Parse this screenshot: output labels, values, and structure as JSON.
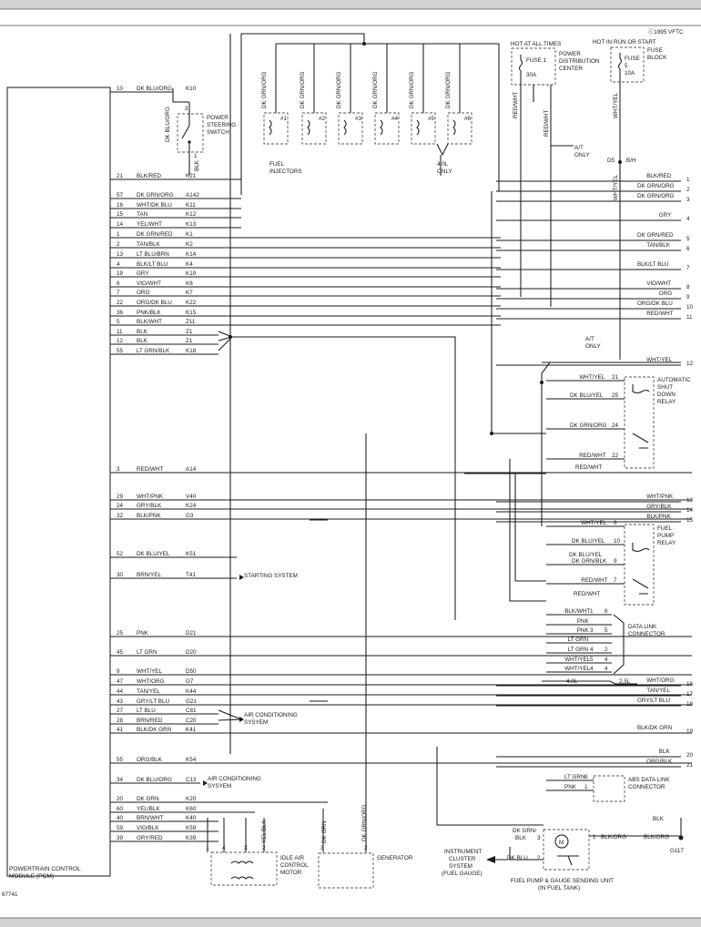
{
  "copyright": "ⓒ1995 VFTC",
  "figure_id": "67741",
  "pcm": {
    "title_line1": "POWERTRAIN CONTROL",
    "title_line2": "MODULE (PCM)"
  },
  "hot_at_all_times": "HOT AT ALL TIMES",
  "hot_in_run": "HOT IN RUN OR START",
  "pdc": {
    "lines": [
      "POWER",
      "DISTRIBUTION",
      "CENTER"
    ],
    "fuse_name": "FUSE 1",
    "fuse_amp": "30A"
  },
  "fuse_block": {
    "lines": [
      "FUSE",
      "BLOCK"
    ],
    "fuse_name": "FUSE",
    "fuse_num": "5",
    "fuse_amp": "10A"
  },
  "ps_switch": {
    "lines": [
      "POWER",
      "STEERING",
      "SWITCH"
    ],
    "pin3": "3",
    "pin1": "1",
    "wire_left": "DK BLU/ORG",
    "wire_bottom": "BLK"
  },
  "injectors": {
    "numbers": [
      "#1",
      "#2",
      "#3",
      "#4",
      "#5",
      "#6"
    ],
    "wires": [
      "DK GRN/ORG",
      "DK GRN/ORG",
      "DK GRN/ORG",
      "DK GRN/ORG",
      "DK GRN/ORG",
      "DK GRN/ORG"
    ],
    "label": [
      "FUEL",
      "INJECTORS"
    ],
    "note": [
      "4.0L",
      "ONLY"
    ]
  },
  "vertical_wires": {
    "red_wht_1": "RED/WHT",
    "red_wht_2": "RED/WHT",
    "wht_yel": "WHT/YEL",
    "wht_yel_2": "WHT/YEL"
  },
  "at_only_1": [
    "A/T",
    "ONLY"
  ],
  "at_only_2": [
    "A/T",
    "ONLY"
  ],
  "splice": "D5",
  "splice_tag": "B/H",
  "pcm_pins": [
    {
      "pin": "10",
      "wire": "DK BLU/ORG",
      "circuit": "K10"
    },
    {
      "pin": "21",
      "wire": "BLK/RED",
      "circuit": "K21"
    },
    {
      "pin": "57",
      "wire": "DK GRN/ORG",
      "circuit": "A142"
    },
    {
      "pin": "16",
      "wire": "WHT/DK BLU",
      "circuit": "K11"
    },
    {
      "pin": "15",
      "wire": "TAN",
      "circuit": "K12"
    },
    {
      "pin": "14",
      "wire": "YEL/WHT",
      "circuit": "K13"
    },
    {
      "pin": "1",
      "wire": "DK GRN/RED",
      "circuit": "K1"
    },
    {
      "pin": "2",
      "wire": "TAN/BLK",
      "circuit": "K2"
    },
    {
      "pin": "13",
      "wire": "LT BLU/BRN",
      "circuit": "K14"
    },
    {
      "pin": "4",
      "wire": "BLK/LT BLU",
      "circuit": "K4"
    },
    {
      "pin": "19",
      "wire": "GRY",
      "circuit": "K19"
    },
    {
      "pin": "6",
      "wire": "VIO/WHT",
      "circuit": "K6"
    },
    {
      "pin": "7",
      "wire": "ORG",
      "circuit": "K7"
    },
    {
      "pin": "22",
      "wire": "ORG/DK BLU",
      "circuit": "K22"
    },
    {
      "pin": "36",
      "wire": "PNK/BLK",
      "circuit": "K15"
    },
    {
      "pin": "5",
      "wire": "BLK/WHT",
      "circuit": "Z11"
    },
    {
      "pin": "11",
      "wire": "BLK",
      "circuit": "Z1"
    },
    {
      "pin": "12",
      "wire": "BLK",
      "circuit": "Z1"
    },
    {
      "pin": "55",
      "wire": "LT GRN/BLK",
      "circuit": "K18"
    },
    {
      "pin": "3",
      "wire": "RED/WHT",
      "circuit": "A14"
    },
    {
      "pin": "29",
      "wire": "WHT/PNK",
      "circuit": "V40"
    },
    {
      "pin": "24",
      "wire": "GRY/BLK",
      "circuit": "K24"
    },
    {
      "pin": "32",
      "wire": "BLK/PNK",
      "circuit": "G3"
    },
    {
      "pin": "52",
      "wire": "DK BLU/YEL",
      "circuit": "K51"
    },
    {
      "pin": "30",
      "wire": "BRN/YEL",
      "circuit": "T41"
    },
    {
      "pin": "25",
      "wire": "PNK",
      "circuit": "D21"
    },
    {
      "pin": "45",
      "wire": "LT GRN",
      "circuit": "D20"
    },
    {
      "pin": "9",
      "wire": "WHT/YEL",
      "circuit": "D50"
    },
    {
      "pin": "47",
      "wire": "WHT/ORG",
      "circuit": "G7"
    },
    {
      "pin": "44",
      "wire": "TAN/YEL",
      "circuit": "K44"
    },
    {
      "pin": "43",
      "wire": "GRY/LT BLU",
      "circuit": "G21"
    },
    {
      "pin": "27",
      "wire": "LT BLU",
      "circuit": "C81"
    },
    {
      "pin": "28",
      "wire": "BRN/RED",
      "circuit": "C20"
    },
    {
      "pin": "41",
      "wire": "BLK/DK GRN",
      "circuit": "K41"
    },
    {
      "pin": "55",
      "wire": "ORG/BLK",
      "circuit": "K54"
    },
    {
      "pin": "34",
      "wire": "DK BLU/ORG",
      "circuit": "C13"
    },
    {
      "pin": "20",
      "wire": "DK GRN",
      "circuit": "K20"
    },
    {
      "pin": "60",
      "wire": "YEL/BLK",
      "circuit": "K60"
    },
    {
      "pin": "40",
      "wire": "BRN/WHT",
      "circuit": "K40"
    },
    {
      "pin": "59",
      "wire": "VIO/BLK",
      "circuit": "K59"
    },
    {
      "pin": "39",
      "wire": "GRY/RED",
      "circuit": "K39"
    }
  ],
  "right_terms": [
    {
      "n": "1",
      "wire": "BLK/RED"
    },
    {
      "n": "2",
      "wire": "DK GRN/ORG"
    },
    {
      "n": "3",
      "wire": "DK GRN/ORG"
    },
    {
      "n": "4",
      "wire": "GRY"
    },
    {
      "n": "5",
      "wire": "DK GRN/RED"
    },
    {
      "n": "6",
      "wire": "TAN/BLK"
    },
    {
      "n": "7",
      "wire": "BLK/LT BLU"
    },
    {
      "n": "8",
      "wire": "VIO/WHT"
    },
    {
      "n": "9",
      "wire": "ORG"
    },
    {
      "n": "10",
      "wire": "ORG/DK BLU"
    },
    {
      "n": "11",
      "wire": "RED/WHT"
    },
    {
      "n": "12",
      "wire": "WHT/YEL"
    },
    {
      "n": "13",
      "wire": "WHT/PNK"
    },
    {
      "n": "14",
      "wire": "GRY/BLK"
    },
    {
      "n": "15",
      "wire": "BLK/PNK"
    },
    {
      "n": "16",
      "wire": "WHT/ORG"
    },
    {
      "n": "17",
      "wire": "TAN/YEL"
    },
    {
      "n": "18",
      "wire": "GRY/LT BLU"
    },
    {
      "n": "19",
      "wire": "BLK/DK GRN"
    },
    {
      "n": "20",
      "wire": "BLK"
    },
    {
      "n": "21",
      "wire": "ORG/BLK"
    }
  ],
  "asd_relay": {
    "lines": [
      "AUTOMATIC",
      "SHUT",
      "DOWN",
      "RELAY"
    ],
    "pins": [
      {
        "wire": "WHT/YEL",
        "pin": "21"
      },
      {
        "wire": "DK BLU/YEL",
        "pin": "25"
      },
      {
        "wire": "DK GRN/ORG",
        "pin": "24"
      },
      {
        "wire": "RED/WHT",
        "pin": "22"
      }
    ],
    "extra_wire": "RED/WHT"
  },
  "fuel_pump_relay": {
    "lines": [
      "FUEL",
      "PUMP",
      "RELAY"
    ],
    "pins": [
      {
        "wire": "WHT/YEL",
        "pin": "6"
      },
      {
        "wire": "DK BLU/YEL",
        "pin": "10"
      },
      {
        "wire": "DK GRN/BLK",
        "pin": "9"
      },
      {
        "wire": "RED/WHT",
        "pin": "7"
      }
    ],
    "extra_wires": [
      "DK BLU/YEL",
      "RED/WHT"
    ]
  },
  "data_link": {
    "lines": [
      "DATA LINK",
      "CONNECTOR"
    ],
    "rows": [
      {
        "wire": "BLK/WHT",
        "pin": "1",
        "pin2": "6"
      },
      {
        "wire": "PNK",
        "pin": "",
        "pin2": ""
      },
      {
        "wire": "PNK",
        "pin": "3",
        "pin2": "5"
      },
      {
        "wire": "LT GRN",
        "pin": "",
        "pin2": ""
      },
      {
        "wire": "LT GRN",
        "pin": "4",
        "pin2": "2"
      },
      {
        "wire": "WHT/YEL",
        "pin": "5",
        "pin2": "4"
      },
      {
        "wire": "WHT/YEL",
        "pin": "4",
        "pin2": "4"
      }
    ],
    "engine_40": "4.0L",
    "engine_25": "2.5L"
  },
  "abs_link": {
    "lines": [
      "ABS DATA LINK",
      "CONNECTOR"
    ],
    "rows": [
      {
        "wire": "LT GRN",
        "pin": "8"
      },
      {
        "wire": "PNK",
        "pin": "1"
      }
    ]
  },
  "starting_system": "STARTING SYSTEM",
  "ac_system_1": [
    "AIR CONDITIONING",
    "SYSYEM"
  ],
  "ac_system_2": [
    "AIR CONDITIONING",
    "SYSYEM"
  ],
  "iac": {
    "lines": [
      "IDLE AIR",
      "CONTROL",
      "MOTOR"
    ],
    "pins": [
      "1",
      "4",
      "3",
      "2"
    ],
    "wire": "YEL/BLK"
  },
  "generator": {
    "label": "GENERATOR",
    "pins": [
      "3",
      "2"
    ],
    "wires": [
      "DK GRN",
      "DK GRN/ORG"
    ]
  },
  "cluster": {
    "lines": [
      "INSTRUMENT",
      "CLUSTER",
      "SYSTEM",
      "(FUEL GAUGE)"
    ],
    "wire": "DK BLU"
  },
  "sending_unit": {
    "lines": [
      "FUEL PUMP & GAUGE SENDING UNIT",
      "(IN FUEL TANK)"
    ],
    "pins": [
      "3",
      "1",
      "2"
    ],
    "wires": {
      "dkgrn": "DK GRN/",
      "blk": "BLK",
      "blkorg": "BLK/ORG",
      "blkorg2": "BLK/ORG",
      "blk_top": "BLK"
    }
  },
  "ground": "G117"
}
